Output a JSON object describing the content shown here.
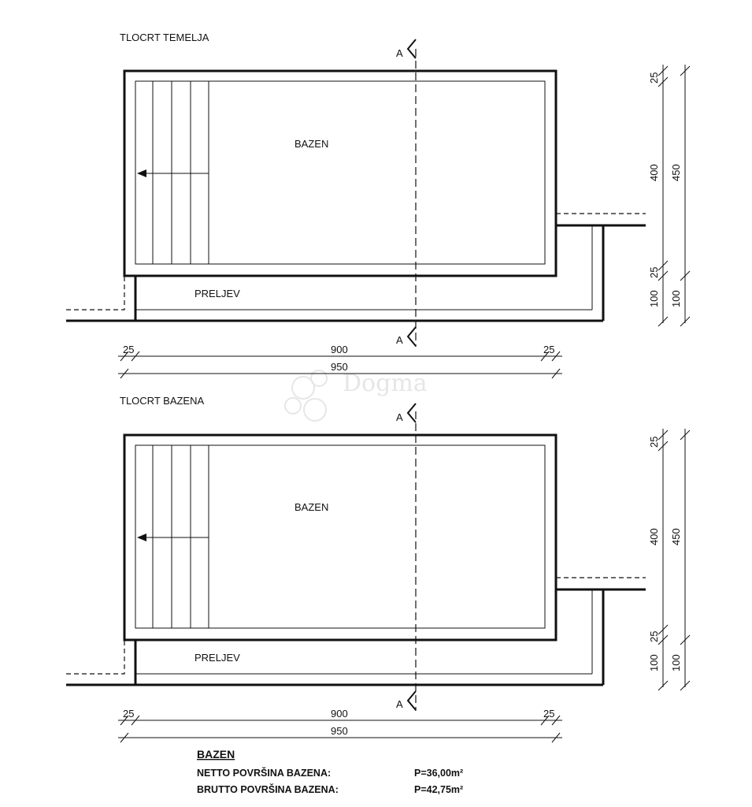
{
  "plans": [
    {
      "title": "TLOCRT TEMELJA",
      "pool_label": "BAZEN",
      "overflow_label": "PRELJEV",
      "section_marker": "A",
      "dims": {
        "left_wall": "25",
        "inner_length": "900",
        "right_wall": "25",
        "total_length": "950",
        "top_wall": "25",
        "inner_width": "400",
        "bottom_wall": "25",
        "overflow_inner": "100",
        "overflow_outer": "100",
        "total_width": "450"
      }
    },
    {
      "title": "TLOCRT BAZENA",
      "pool_label": "BAZEN",
      "overflow_label": "PRELJEV",
      "section_marker": "A",
      "dims": {
        "left_wall": "25",
        "inner_length": "900",
        "right_wall": "25",
        "total_length": "950",
        "top_wall": "25",
        "inner_width": "400",
        "bottom_wall": "25",
        "overflow_inner": "100",
        "overflow_outer": "100",
        "total_width": "450"
      }
    }
  ],
  "summary": {
    "title": "BAZEN",
    "rows": [
      {
        "label": "NETTO POVRŠINA BAZENA:",
        "value": "P=36,00m²"
      },
      {
        "label": "BRUTTO POVRŠINA BAZENA:",
        "value": "P=42,75m²"
      }
    ]
  },
  "watermark": {
    "text": "Dogma"
  }
}
